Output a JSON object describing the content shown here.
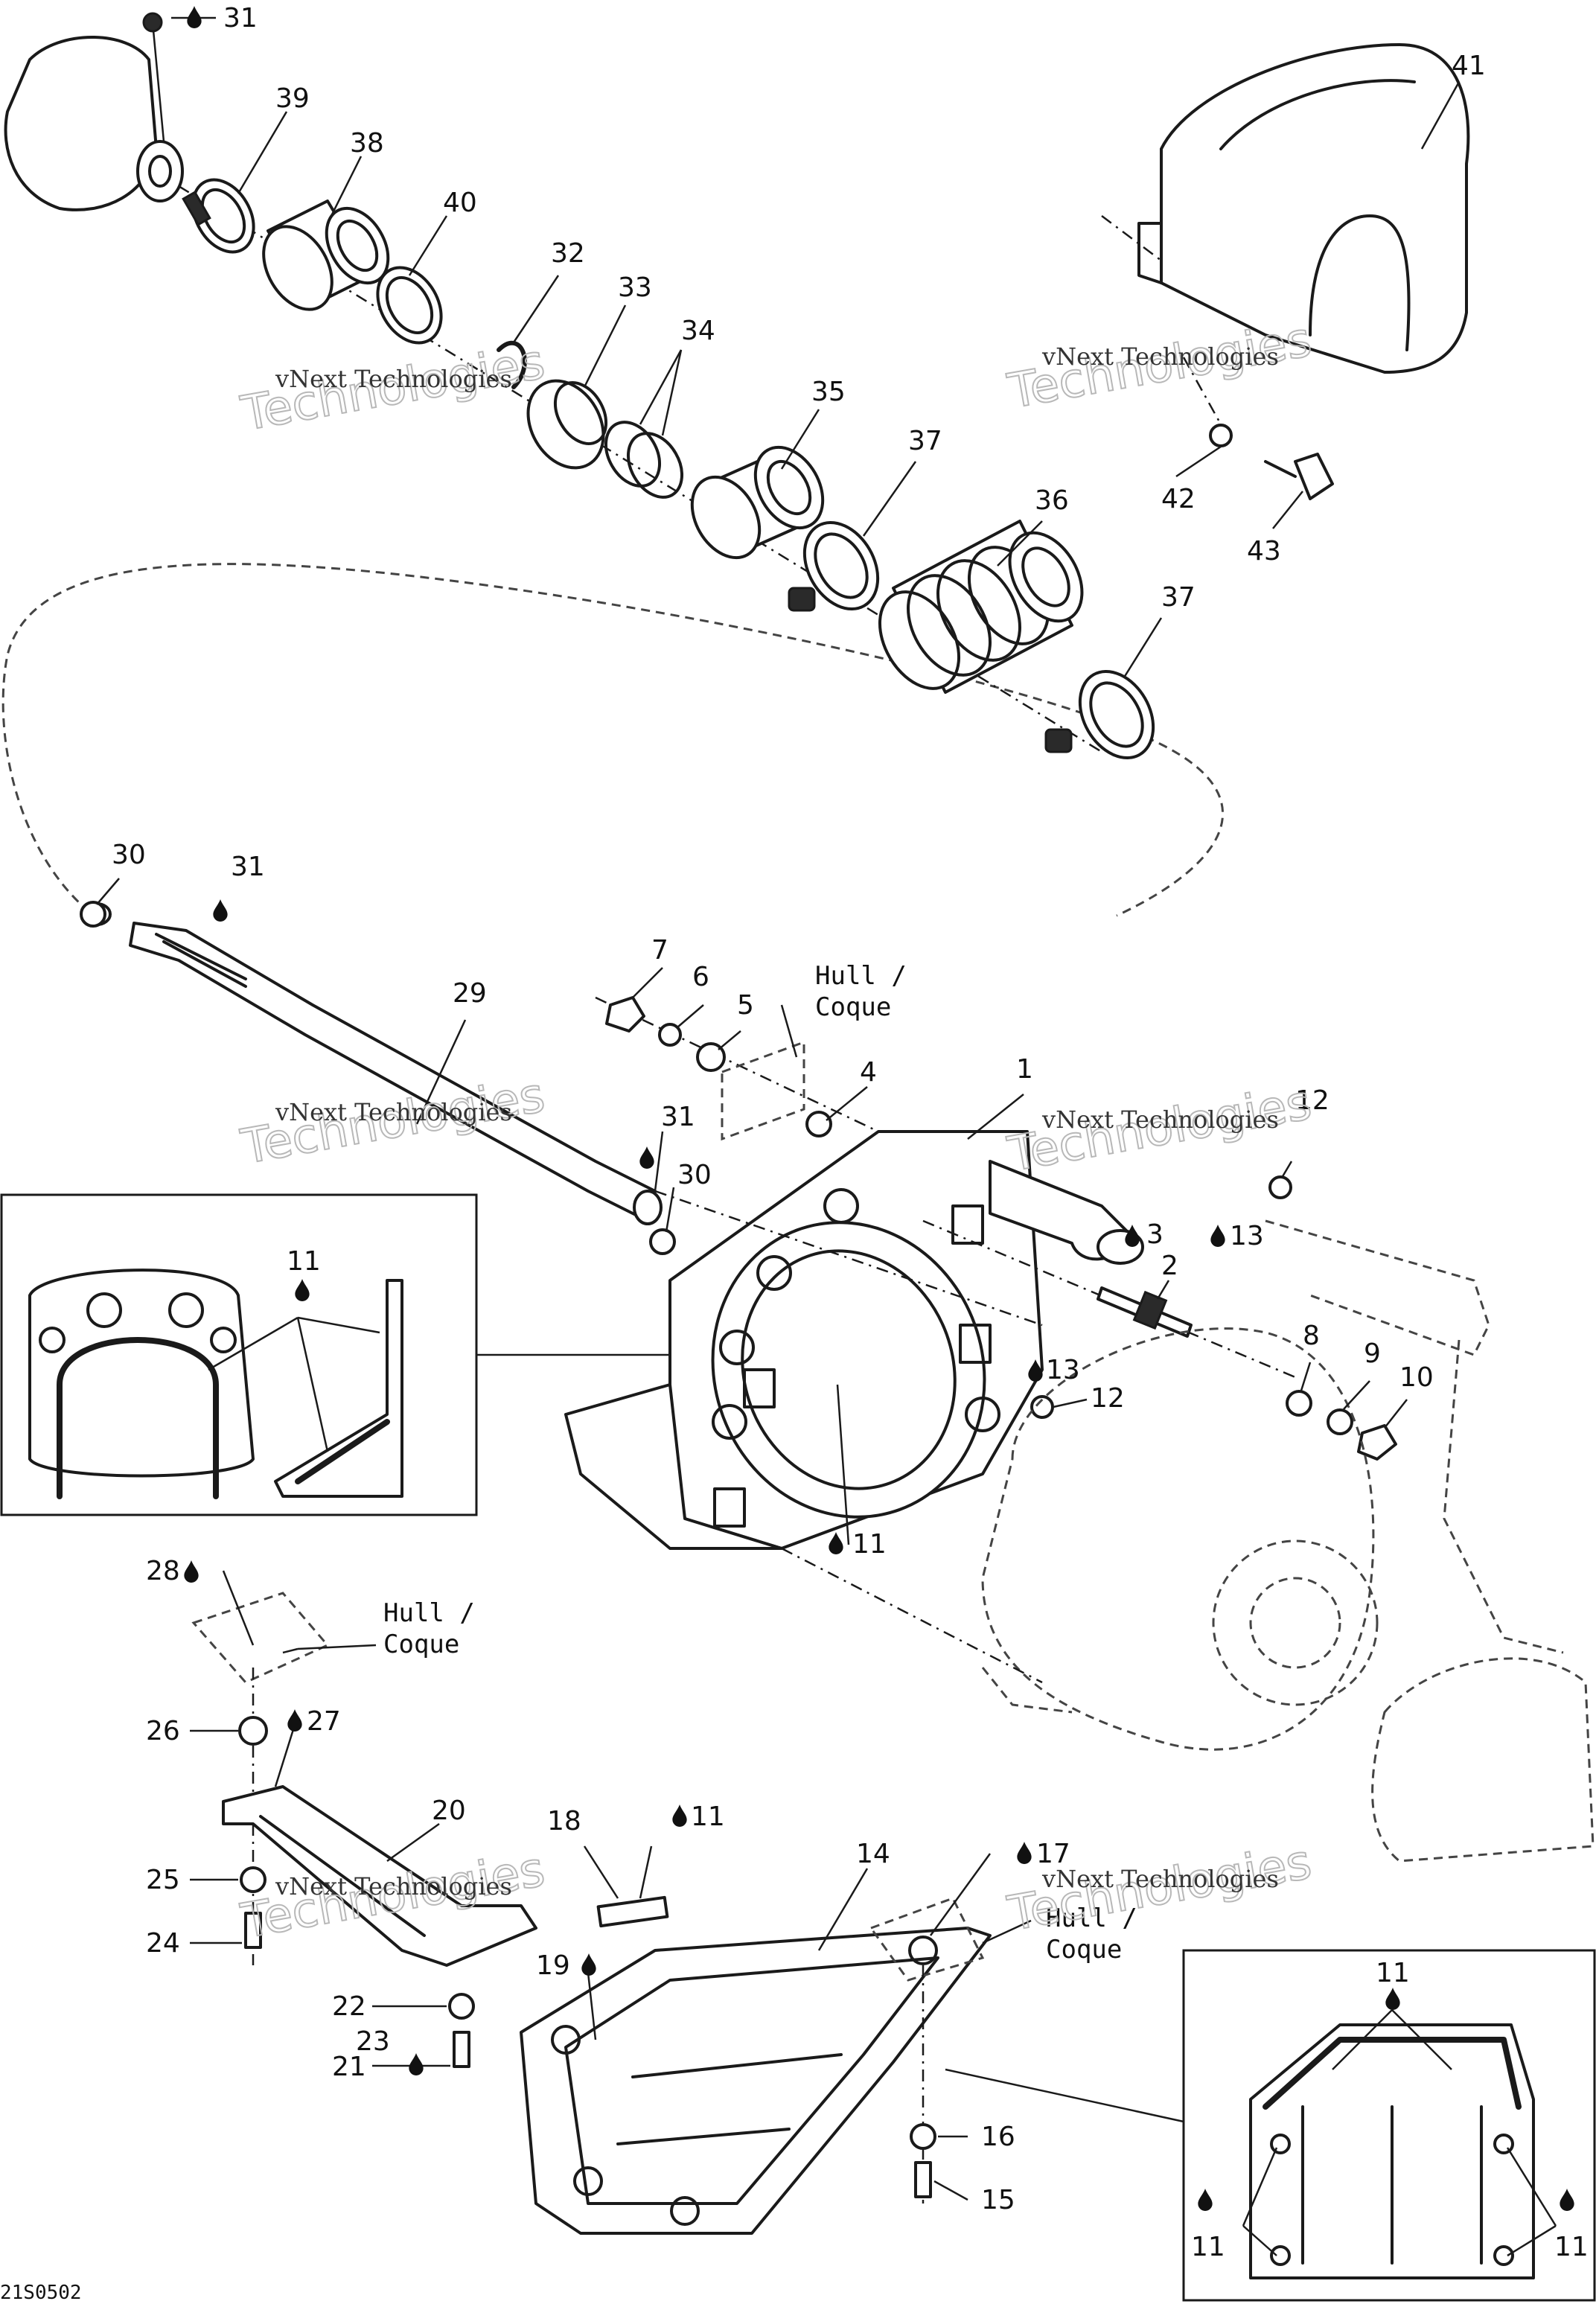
{
  "diagram": {
    "callouts": [
      {
        "id": "c1",
        "text": "1"
      },
      {
        "id": "c2",
        "text": "2"
      },
      {
        "id": "c3",
        "text": "3"
      },
      {
        "id": "c4",
        "text": "4"
      },
      {
        "id": "c5",
        "text": "5"
      },
      {
        "id": "c6",
        "text": "6"
      },
      {
        "id": "c7",
        "text": "7"
      },
      {
        "id": "c8",
        "text": "8"
      },
      {
        "id": "c9",
        "text": "9"
      },
      {
        "id": "c10",
        "text": "10"
      },
      {
        "id": "c11a",
        "text": "11"
      },
      {
        "id": "c11b",
        "text": "11"
      },
      {
        "id": "c11c",
        "text": "11"
      },
      {
        "id": "c11d",
        "text": "11"
      },
      {
        "id": "c11e",
        "text": "11"
      },
      {
        "id": "c11f",
        "text": "11"
      },
      {
        "id": "c12a",
        "text": "12"
      },
      {
        "id": "c12b",
        "text": "12"
      },
      {
        "id": "c13a",
        "text": "13"
      },
      {
        "id": "c13b",
        "text": "13"
      },
      {
        "id": "c14",
        "text": "14"
      },
      {
        "id": "c15",
        "text": "15"
      },
      {
        "id": "c16",
        "text": "16"
      },
      {
        "id": "c17",
        "text": "17"
      },
      {
        "id": "c18",
        "text": "18"
      },
      {
        "id": "c19",
        "text": "19"
      },
      {
        "id": "c20",
        "text": "20"
      },
      {
        "id": "c21",
        "text": "21"
      },
      {
        "id": "c22",
        "text": "22"
      },
      {
        "id": "c23",
        "text": "23"
      },
      {
        "id": "c24",
        "text": "24"
      },
      {
        "id": "c25",
        "text": "25"
      },
      {
        "id": "c26",
        "text": "26"
      },
      {
        "id": "c27",
        "text": "27"
      },
      {
        "id": "c28",
        "text": "28"
      },
      {
        "id": "c29",
        "text": "29"
      },
      {
        "id": "c30a",
        "text": "30"
      },
      {
        "id": "c30b",
        "text": "30"
      },
      {
        "id": "c31a",
        "text": "31"
      },
      {
        "id": "c31b",
        "text": "31"
      },
      {
        "id": "c31c",
        "text": "31"
      },
      {
        "id": "c32",
        "text": "32"
      },
      {
        "id": "c33",
        "text": "33"
      },
      {
        "id": "c34",
        "text": "34"
      },
      {
        "id": "c35",
        "text": "35"
      },
      {
        "id": "c36",
        "text": "36"
      },
      {
        "id": "c37a",
        "text": "37"
      },
      {
        "id": "c37b",
        "text": "37"
      },
      {
        "id": "c38",
        "text": "38"
      },
      {
        "id": "c39",
        "text": "39"
      },
      {
        "id": "c40",
        "text": "40"
      },
      {
        "id": "c41",
        "text": "41"
      },
      {
        "id": "c42",
        "text": "42"
      },
      {
        "id": "c43",
        "text": "43"
      }
    ],
    "notes": [
      {
        "id": "n1",
        "line1": "Hull /",
        "line2": "Coque"
      },
      {
        "id": "n2",
        "line1": "Hull /",
        "line2": "Coque"
      },
      {
        "id": "n3",
        "line1": "Hull /",
        "line2": "Coque"
      }
    ],
    "watermark": {
      "line1": "vNext Technologies",
      "line2": "Technologies"
    },
    "drawing_code": "21S0502"
  },
  "colors": {
    "ink": "#1a1a1a",
    "watermark": "#b8b8b8",
    "background": "#ffffff"
  }
}
